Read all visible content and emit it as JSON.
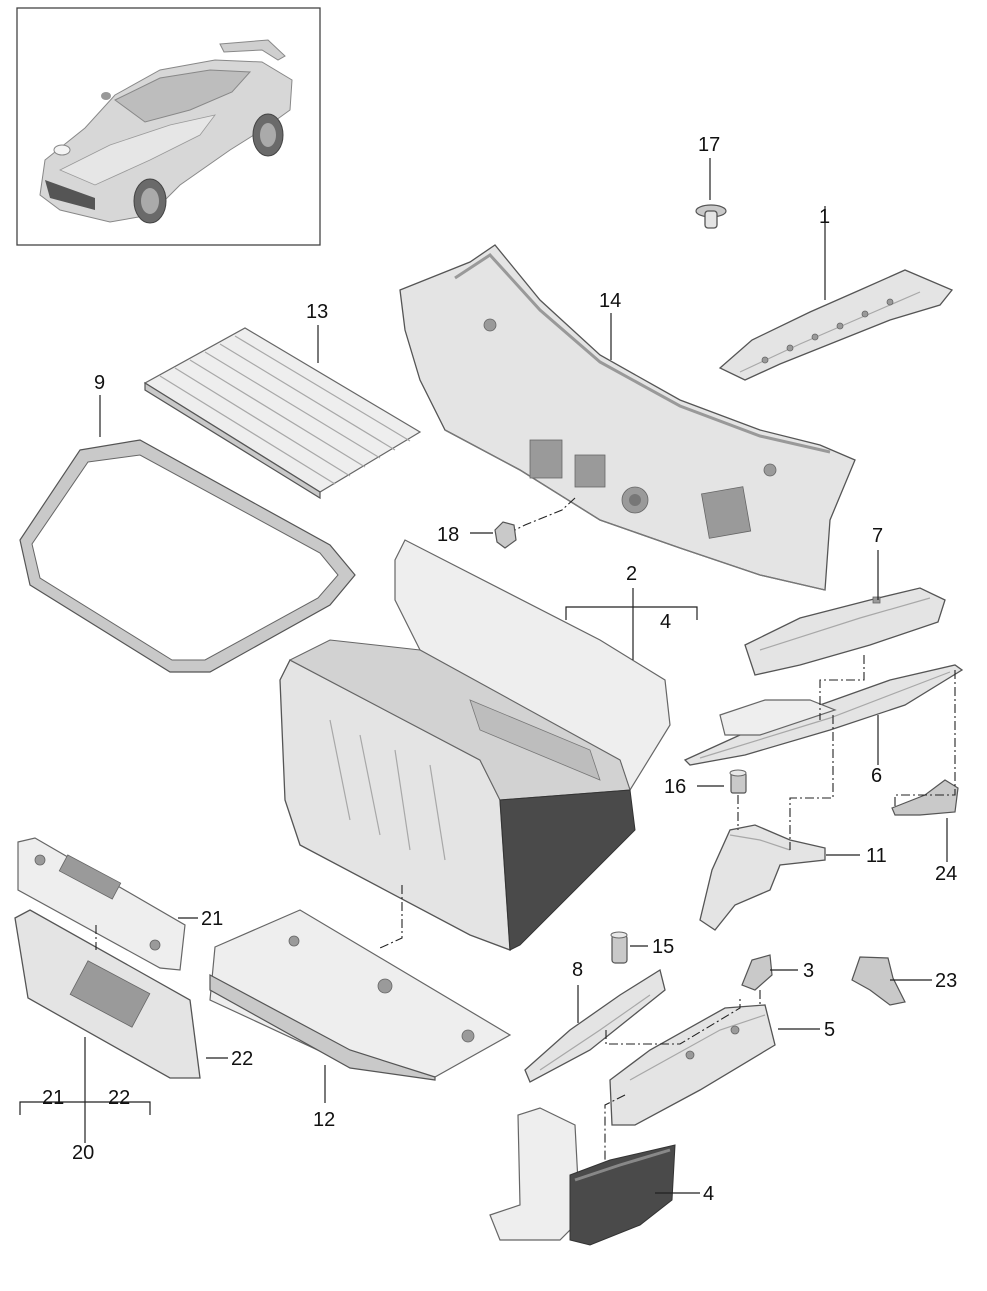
{
  "callouts": [
    {
      "id": "17",
      "text": "17"
    },
    {
      "id": "1",
      "text": "1"
    },
    {
      "id": "13",
      "text": "13"
    },
    {
      "id": "14",
      "text": "14"
    },
    {
      "id": "9",
      "text": "9"
    },
    {
      "id": "18",
      "text": "18"
    },
    {
      "id": "7",
      "text": "7"
    },
    {
      "id": "2",
      "text": "2"
    },
    {
      "id": "4a",
      "text": "4"
    },
    {
      "id": "6",
      "text": "6"
    },
    {
      "id": "16",
      "text": "16"
    },
    {
      "id": "11",
      "text": "11"
    },
    {
      "id": "24",
      "text": "24"
    },
    {
      "id": "21a",
      "text": "21"
    },
    {
      "id": "15",
      "text": "15"
    },
    {
      "id": "8",
      "text": "8"
    },
    {
      "id": "3",
      "text": "3"
    },
    {
      "id": "23",
      "text": "23"
    },
    {
      "id": "5",
      "text": "5"
    },
    {
      "id": "22a",
      "text": "22"
    },
    {
      "id": "12",
      "text": "12"
    },
    {
      "id": "21b",
      "text": "21"
    },
    {
      "id": "22b",
      "text": "22"
    },
    {
      "id": "20",
      "text": "20"
    },
    {
      "id": "4b",
      "text": "4"
    }
  ]
}
